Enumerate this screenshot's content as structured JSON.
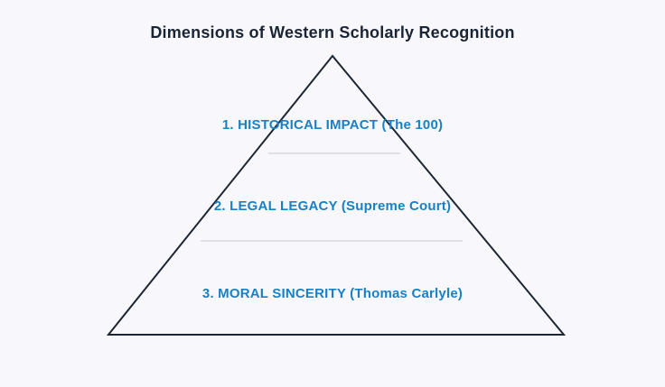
{
  "title": "Dimensions of Western Scholarly Recognition",
  "pyramid": {
    "levels": [
      {
        "label": "1. HISTORICAL IMPACT (The 100)"
      },
      {
        "label": "2. LEGAL LEGACY (Supreme Court)"
      },
      {
        "label": "3. MORAL SINCERITY (Thomas Carlyle)"
      }
    ]
  },
  "colors": {
    "background": "#f8f8fc",
    "triangle_stroke": "#1c2733",
    "label_text": "#1a80c4",
    "title_text": "#1a2433",
    "divider": "#d9d9d9"
  }
}
